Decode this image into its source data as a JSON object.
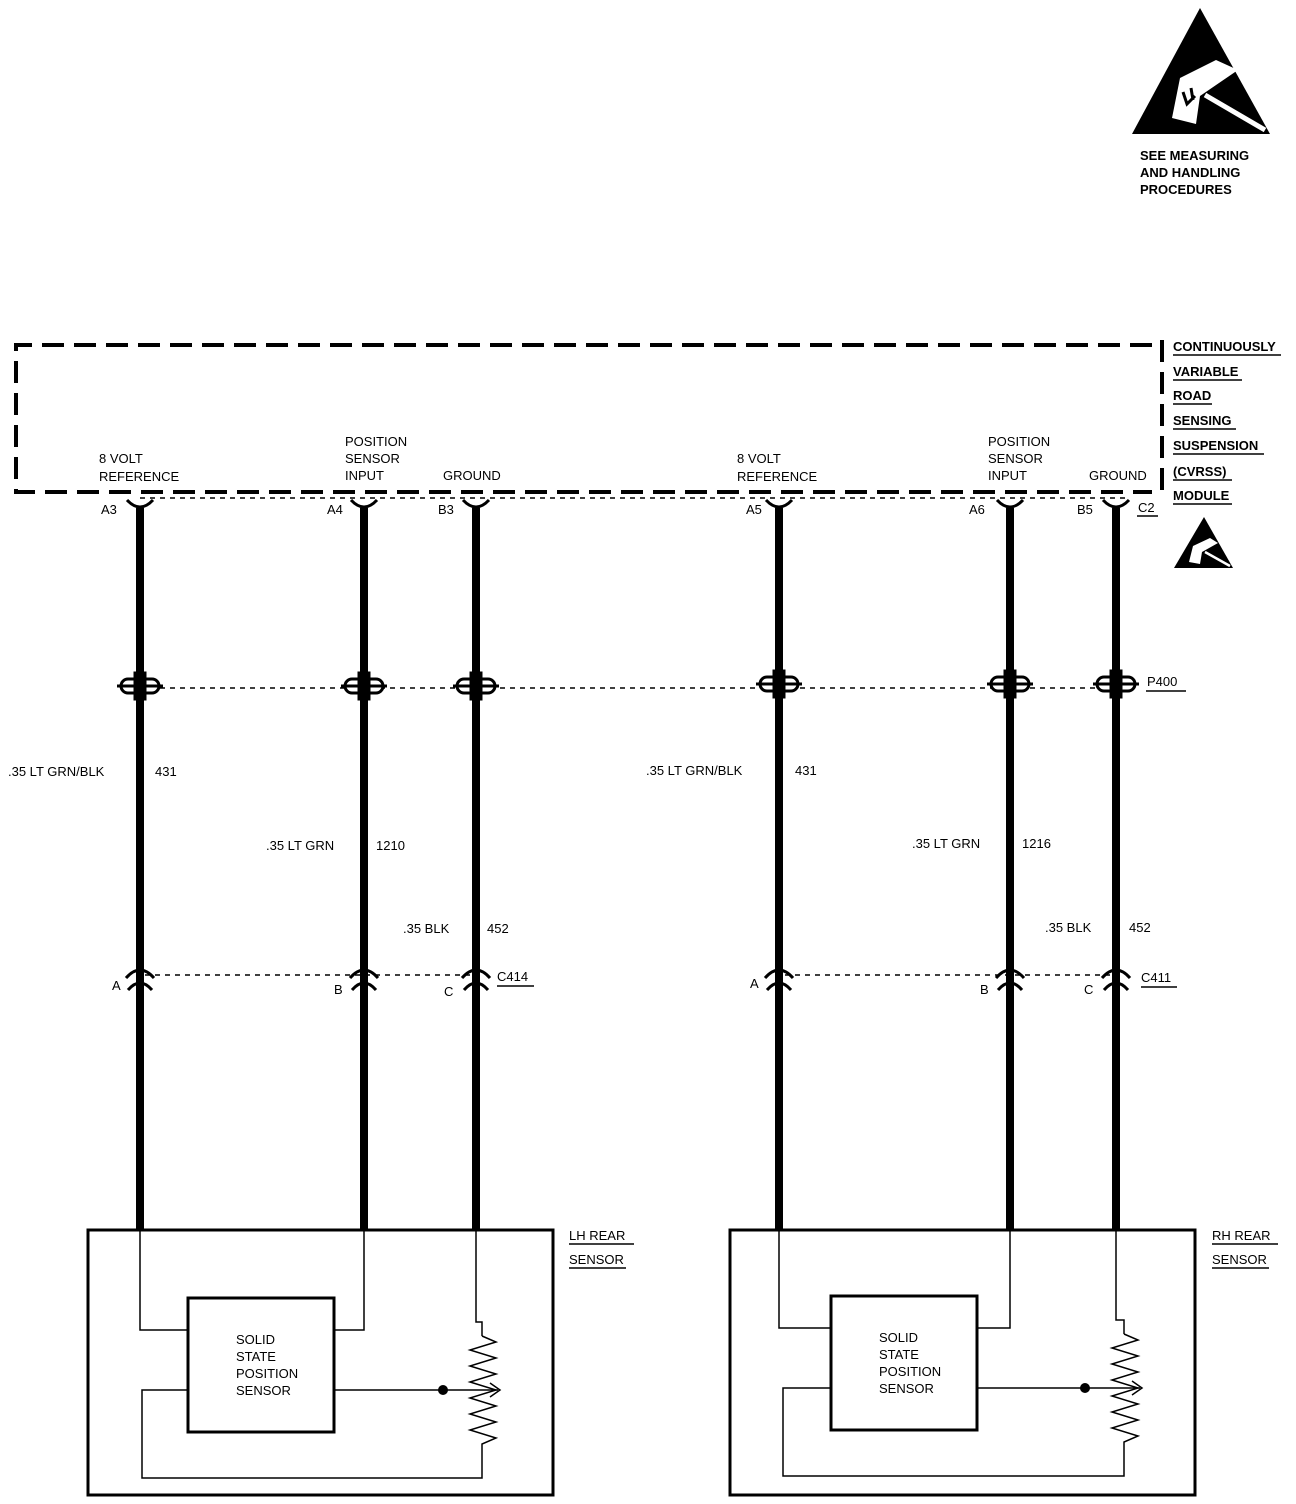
{
  "esd_notice": {
    "icon": "esd-warning-icon",
    "lines": [
      "SEE MEASURING",
      "AND HANDLING",
      "PROCEDURES"
    ]
  },
  "module": {
    "name_lines": [
      "CONTINUOUSLY",
      "VARIABLE",
      "ROAD",
      "SENSING",
      "SUSPENSION",
      "(CVRSS)",
      "MODULE"
    ],
    "connector": "C2",
    "esd_icon": "esd-warning-icon"
  },
  "inline_connector": {
    "name": "P400"
  },
  "sensors": [
    {
      "name_lines": [
        "LH REAR",
        "SENSOR"
      ],
      "connector": "C414",
      "inner_box_lines": [
        "SOLID",
        "STATE",
        "POSITION",
        "SENSOR"
      ],
      "circuits": [
        {
          "function_lines": [
            "8 VOLT",
            "REFERENCE"
          ],
          "module_pin": "A3",
          "wire_label": ".35 LT GRN/BLK",
          "circuit_number": "431",
          "sensor_pin": "A"
        },
        {
          "function_lines": [
            "POSITION",
            "SENSOR",
            "INPUT"
          ],
          "module_pin": "A4",
          "wire_label": ".35 LT GRN",
          "circuit_number": "1210",
          "sensor_pin": "B"
        },
        {
          "function_lines": [
            "GROUND"
          ],
          "module_pin": "B3",
          "wire_label": ".35 BLK",
          "circuit_number": "452",
          "sensor_pin": "C"
        }
      ]
    },
    {
      "name_lines": [
        "RH REAR",
        "SENSOR"
      ],
      "connector": "C411",
      "inner_box_lines": [
        "SOLID",
        "STATE",
        "POSITION",
        "SENSOR"
      ],
      "circuits": [
        {
          "function_lines": [
            "8 VOLT",
            "REFERENCE"
          ],
          "module_pin": "A5",
          "wire_label": ".35 LT GRN/BLK",
          "circuit_number": "431",
          "sensor_pin": "A"
        },
        {
          "function_lines": [
            "POSITION",
            "SENSOR",
            "INPUT"
          ],
          "module_pin": "A6",
          "wire_label": ".35 LT GRN",
          "circuit_number": "1216",
          "sensor_pin": "B"
        },
        {
          "function_lines": [
            "GROUND"
          ],
          "module_pin": "B5",
          "wire_label": ".35 BLK",
          "circuit_number": "452",
          "sensor_pin": "C"
        }
      ]
    }
  ]
}
